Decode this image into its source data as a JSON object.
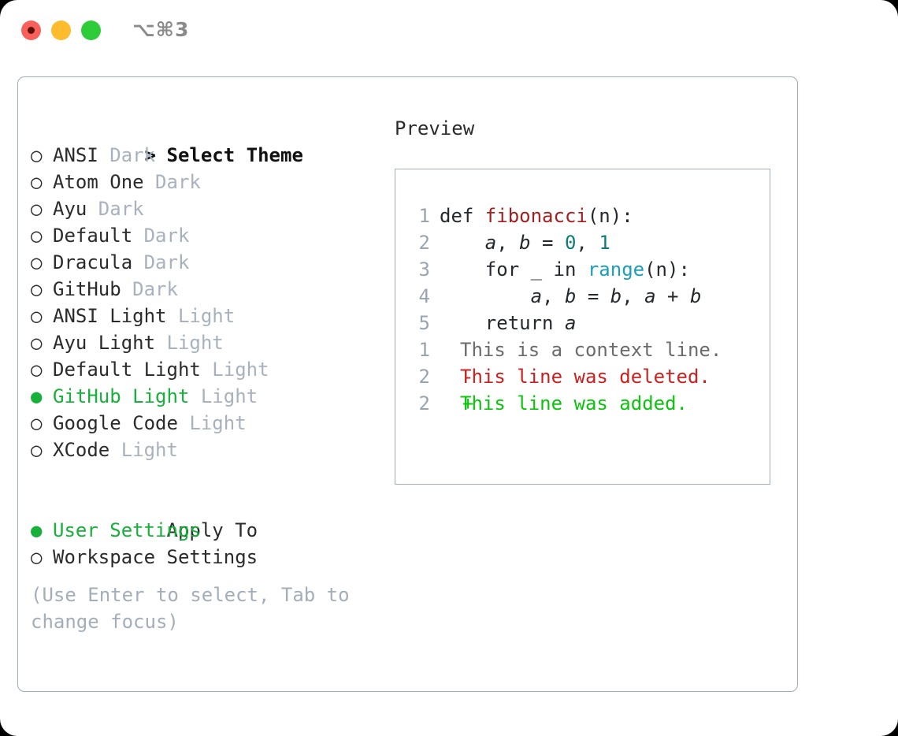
{
  "titlebar": {
    "shortcut": "⌥⌘3",
    "lights": [
      {
        "name": "close",
        "color": "#fa605b"
      },
      {
        "name": "minimize",
        "color": "#fcbc2e"
      },
      {
        "name": "zoom",
        "color": "#2ecc38"
      }
    ]
  },
  "theme_list": {
    "header_marker": ">",
    "header": "Select Theme",
    "bullet_selected": "●",
    "bullet_unselected": "○",
    "items": [
      {
        "label": "ANSI",
        "suffix": "Dark",
        "selected": false
      },
      {
        "label": "Atom One",
        "suffix": "Dark",
        "selected": false
      },
      {
        "label": "Ayu",
        "suffix": "Dark",
        "selected": false
      },
      {
        "label": "Default",
        "suffix": "Dark",
        "selected": false
      },
      {
        "label": "Dracula",
        "suffix": "Dark",
        "selected": false
      },
      {
        "label": "GitHub",
        "suffix": "Dark",
        "selected": false
      },
      {
        "label": "ANSI Light",
        "suffix": "Light",
        "selected": false
      },
      {
        "label": "Ayu Light",
        "suffix": "Light",
        "selected": false
      },
      {
        "label": "Default Light",
        "suffix": "Light",
        "selected": false
      },
      {
        "label": "GitHub Light",
        "suffix": "Light",
        "selected": true
      },
      {
        "label": "Google Code",
        "suffix": "Light",
        "selected": false
      },
      {
        "label": "XCode",
        "suffix": "Light",
        "selected": false
      }
    ]
  },
  "apply_to": {
    "header": "Apply To",
    "options": [
      {
        "label": "User Settings",
        "selected": true
      },
      {
        "label": "Workspace Settings",
        "selected": false
      }
    ]
  },
  "hint": "(Use Enter to select, Tab to change focus)",
  "preview": {
    "title": "Preview",
    "code_lines": [
      {
        "number": "1",
        "tokens": [
          {
            "text": "def ",
            "type": "kw"
          },
          {
            "text": "fibonacci",
            "type": "fn"
          },
          {
            "text": "(n):",
            "type": "plain"
          }
        ]
      },
      {
        "number": "2",
        "tokens": [
          {
            "text": "    ",
            "type": "plain"
          },
          {
            "text": "a",
            "type": "var"
          },
          {
            "text": ", ",
            "type": "plain"
          },
          {
            "text": "b",
            "type": "var"
          },
          {
            "text": " = ",
            "type": "plain"
          },
          {
            "text": "0",
            "type": "num"
          },
          {
            "text": ", ",
            "type": "plain"
          },
          {
            "text": "1",
            "type": "num"
          }
        ]
      },
      {
        "number": "3",
        "tokens": [
          {
            "text": "    for _ in ",
            "type": "kw"
          },
          {
            "text": "range",
            "type": "builtin"
          },
          {
            "text": "(n):",
            "type": "plain"
          }
        ]
      },
      {
        "number": "4",
        "tokens": [
          {
            "text": "        ",
            "type": "plain"
          },
          {
            "text": "a",
            "type": "var"
          },
          {
            "text": ", ",
            "type": "plain"
          },
          {
            "text": "b",
            "type": "var"
          },
          {
            "text": " = ",
            "type": "plain"
          },
          {
            "text": "b",
            "type": "var"
          },
          {
            "text": ", ",
            "type": "plain"
          },
          {
            "text": "a",
            "type": "var"
          },
          {
            "text": " + ",
            "type": "plain"
          },
          {
            "text": "b",
            "type": "var"
          }
        ]
      },
      {
        "number": "5",
        "tokens": [
          {
            "text": "    return ",
            "type": "kw"
          },
          {
            "text": "a",
            "type": "var"
          }
        ]
      }
    ],
    "diff_lines": [
      {
        "number": "1",
        "marker": " ",
        "text": "This is a context line.",
        "type": "context"
      },
      {
        "number": "2",
        "marker": "-",
        "text": "This line was deleted.",
        "type": "del"
      },
      {
        "number": "2",
        "marker": "+",
        "text": "This line was added.",
        "type": "add"
      }
    ]
  },
  "colors": {
    "accent_green": "#16b03a",
    "muted": "#a8b2be",
    "border": "#9fadbd",
    "diff_add": "#0bc40b",
    "diff_del": "#cc1f1f",
    "code_fn": "#a31f20",
    "code_builtin": "#1b9dbd",
    "code_num": "#0e7c7b"
  }
}
